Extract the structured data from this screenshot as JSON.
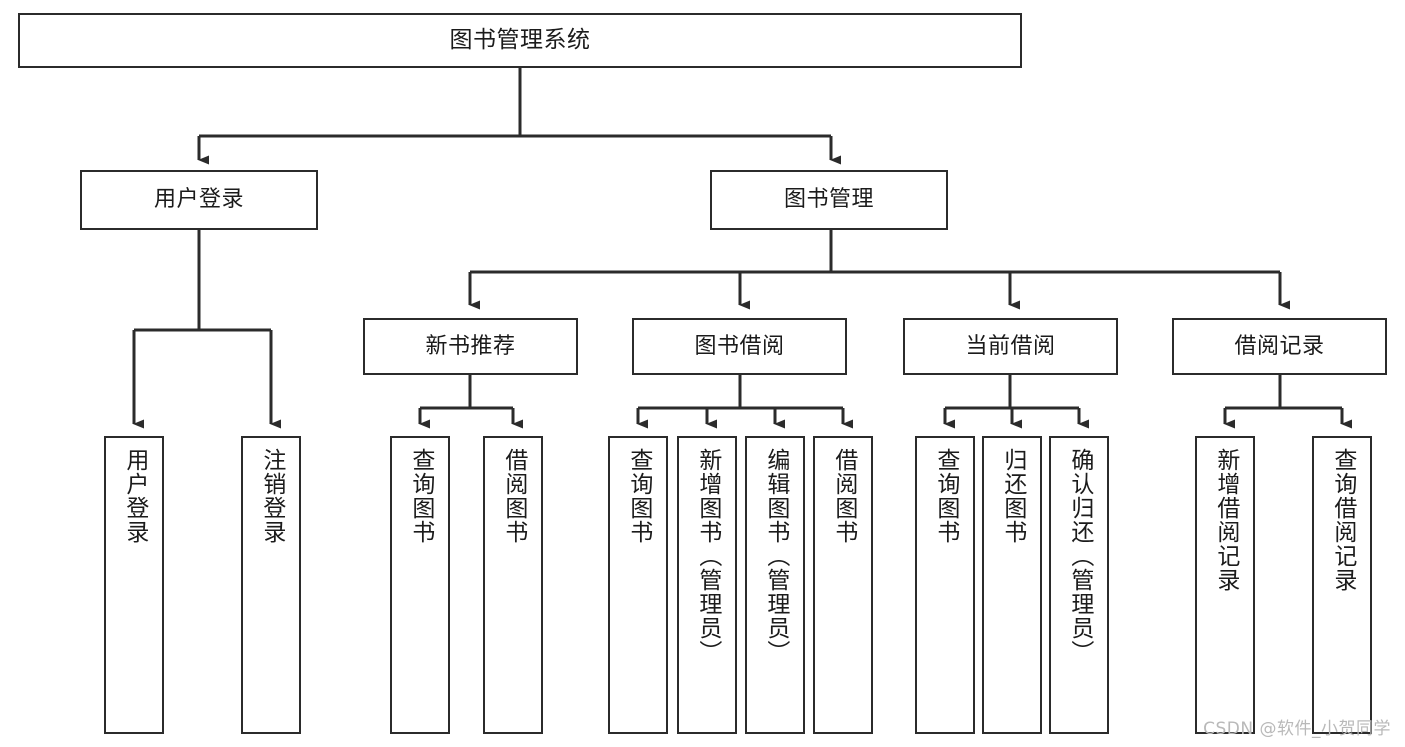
{
  "diagram": {
    "title": "图书管理系统",
    "type": "tree",
    "watermark": "CSDN @软件_小贺同学",
    "colors": {
      "stroke": "#2b2b2b",
      "fill": "#ffffff",
      "text": "#1b1b1b",
      "watermark": "#b9b9b9"
    },
    "nodes": {
      "root": {
        "label": "图书管理系统"
      },
      "level1": [
        {
          "id": "user-login",
          "label": "用户登录"
        },
        {
          "id": "book-manage",
          "label": "图书管理"
        }
      ],
      "level2": [
        {
          "id": "new-book-recommend",
          "label": "新书推荐"
        },
        {
          "id": "book-borrow",
          "label": "图书借阅"
        },
        {
          "id": "current-borrow",
          "label": "当前借阅"
        },
        {
          "id": "borrow-record",
          "label": "借阅记录"
        }
      ],
      "leaves": {
        "user_login": [
          {
            "id": "leaf-user-login",
            "label": "用户登录"
          },
          {
            "id": "leaf-logout-login",
            "label": "注销登录"
          }
        ],
        "new_book_recommend": [
          {
            "id": "leaf-query-book-1",
            "label": "查询图书"
          },
          {
            "id": "leaf-borrow-book-1",
            "label": "借阅图书"
          }
        ],
        "book_borrow": [
          {
            "id": "leaf-query-book-2",
            "label": "查询图书"
          },
          {
            "id": "leaf-add-book",
            "label": "新增图书（管理员）"
          },
          {
            "id": "leaf-edit-book",
            "label": "编辑图书（管理员）"
          },
          {
            "id": "leaf-borrow-book-2",
            "label": "借阅图书"
          }
        ],
        "current_borrow": [
          {
            "id": "leaf-query-book-3",
            "label": "查询图书"
          },
          {
            "id": "leaf-return-book",
            "label": "归还图书"
          },
          {
            "id": "leaf-confirm-return",
            "label": "确认归还（管理员）"
          }
        ],
        "borrow_record": [
          {
            "id": "leaf-add-record",
            "label": "新增借阅记录"
          },
          {
            "id": "leaf-query-record",
            "label": "查询借阅记录"
          }
        ]
      }
    }
  }
}
